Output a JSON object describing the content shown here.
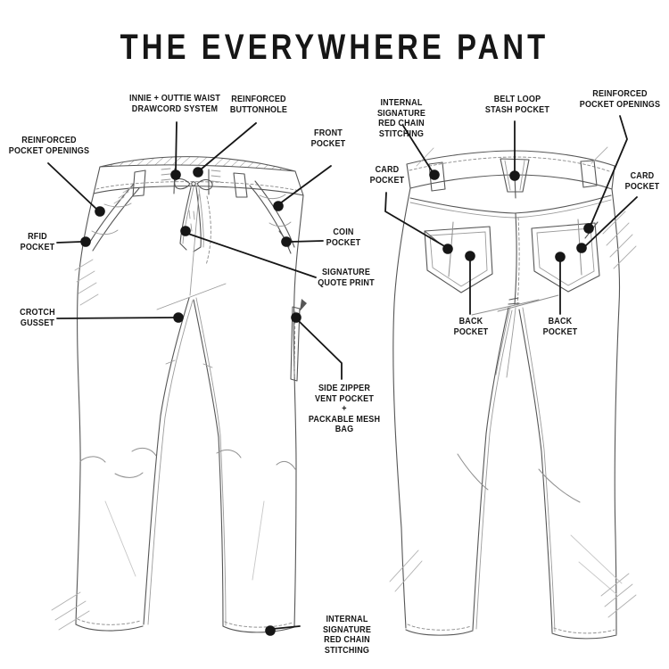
{
  "title": "THE EVERYWHERE PANT",
  "colors": {
    "ink": "#161616",
    "sketch_line": "#565656",
    "background": "#ffffff"
  },
  "front_labels": {
    "innie_outtie": "INNIE + OUTTIE WAIST\nDRAWCORD SYSTEM",
    "reinforced_buttonhole": "REINFORCED\nBUTTONHOLE",
    "front_pocket": "FRONT\nPOCKET",
    "reinforced_pocket_openings": "REINFORCED\nPOCKET OPENINGS",
    "rfid_pocket": "RFID\nPOCKET",
    "coin_pocket": "COIN\nPOCKET",
    "signature_quote_print": "SIGNATURE\nQUOTE PRINT",
    "crotch_gusset": "CROTCH\nGUSSET",
    "side_zipper": "SIDE ZIPPER\nVENT POCKET\n+\nPACKABLE MESH\nBAG",
    "internal_chain_stitch": "INTERNAL SIGNATURE\nRED CHAIN STITCHING"
  },
  "back_labels": {
    "internal_chain_stitch": "INTERNAL SIGNATURE\nRED CHAIN STITCHING",
    "belt_loop_stash": "BELT LOOP\nSTASH POCKET",
    "reinforced_pocket_openings": "REINFORCED\nPOCKET OPENINGS",
    "card_pocket_left": "CARD\nPOCKET",
    "card_pocket_right": "CARD\nPOCKET",
    "back_pocket_left": "BACK\nPOCKET",
    "back_pocket_right": "BACK\nPOCKET"
  }
}
